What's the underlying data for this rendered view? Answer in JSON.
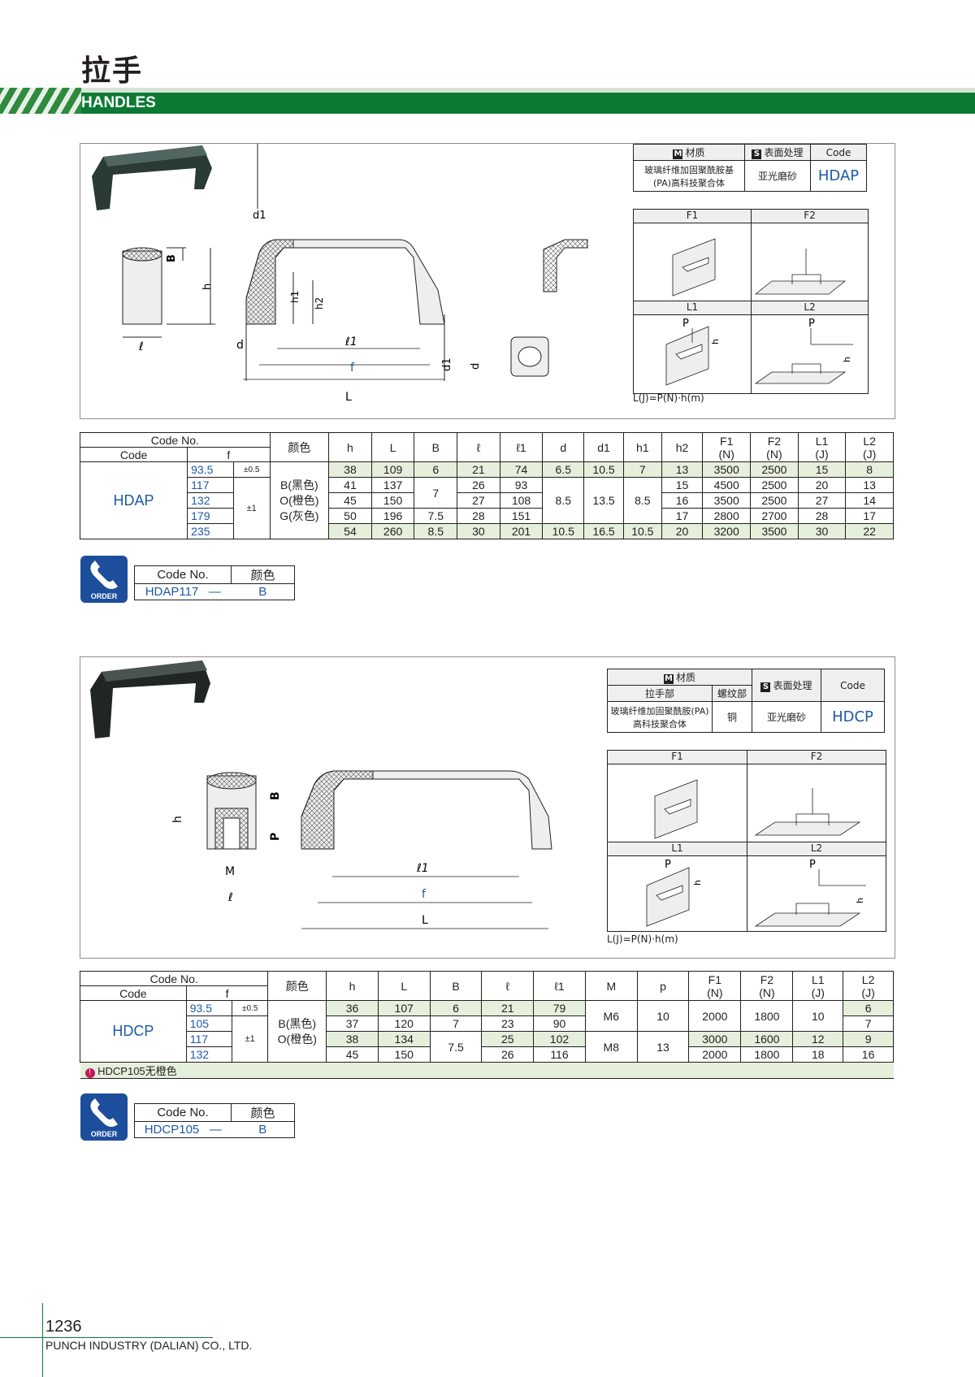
{
  "header": {
    "title_cn": "拉手",
    "title_en": "HANDLES"
  },
  "section1": {
    "spec": {
      "material_label": "材质",
      "surface_label": "表面处理",
      "code_label": "Code",
      "material": "玻璃纤维加固聚酰胺基(PA)高科技聚合体",
      "surface": "亚光磨砂",
      "code": "HDAP",
      "m_icon": "M",
      "s_icon": "S"
    },
    "loads": {
      "f1": "F1",
      "f2": "F2",
      "l1": "L1",
      "l2": "L2",
      "p": "P",
      "h": "h",
      "formula": "L(J)=P(N)·h(m)"
    },
    "dims": {
      "d1": "d1",
      "B": "B",
      "h": "h",
      "h1": "h1",
      "h2": "h2",
      "d": "d",
      "l": "ℓ",
      "l1": "ℓ1",
      "f": "f",
      "L": "L"
    },
    "table": {
      "h_codeno": "Code No.",
      "h_code": "Code",
      "h_f": "f",
      "h_color": "颜色",
      "cols": [
        "h",
        "L",
        "B",
        "ℓ",
        "ℓ1",
        "d",
        "d1",
        "h1",
        "h2",
        "F1\n(N)",
        "F2\n(N)",
        "L1\n(J)",
        "L2\n(J)"
      ],
      "code": "HDAP",
      "tol1": "±0.5",
      "tol2": "±1",
      "colors": [
        "B(黑色)",
        "O(橙色)",
        "G(灰色)"
      ],
      "rows": [
        {
          "f": "93.5",
          "h": "38",
          "L": "109",
          "B": "6",
          "l": "21",
          "l1": "74",
          "d": "6.5",
          "d1": "10.5",
          "h1": "7",
          "h2": "13",
          "F1": "3500",
          "F2": "2500",
          "L1": "15",
          "L2": "8"
        },
        {
          "f": "117",
          "h": "41",
          "L": "137",
          "B": "7",
          "l": "26",
          "l1": "93",
          "d": "8.5",
          "d1": "13.5",
          "h1": "8.5",
          "h2": "15",
          "F1": "4500",
          "F2": "2500",
          "L1": "20",
          "L2": "13"
        },
        {
          "f": "132",
          "h": "45",
          "L": "150",
          "B": "",
          "l": "27",
          "l1": "108",
          "d": "",
          "d1": "",
          "h1": "",
          "h2": "16",
          "F1": "3500",
          "F2": "2500",
          "L1": "27",
          "L2": "14"
        },
        {
          "f": "179",
          "h": "50",
          "L": "196",
          "B": "7.5",
          "l": "28",
          "l1": "151",
          "d": "",
          "d1": "",
          "h1": "",
          "h2": "17",
          "F1": "2800",
          "F2": "2700",
          "L1": "28",
          "L2": "17"
        },
        {
          "f": "235",
          "h": "54",
          "L": "260",
          "B": "8.5",
          "l": "30",
          "l1": "201",
          "d": "10.5",
          "d1": "16.5",
          "h1": "10.5",
          "h2": "20",
          "F1": "3200",
          "F2": "3500",
          "L1": "30",
          "L2": "22"
        }
      ]
    },
    "order": {
      "icon_label": "ORDER",
      "h_codeno": "Code No.",
      "h_color": "颜色",
      "code": "HDAP117",
      "sep": "—",
      "color": "B"
    }
  },
  "section2": {
    "spec": {
      "material_label": "材质",
      "handle_label": "拉手部",
      "thread_label": "螺纹部",
      "surface_label": "表面处理",
      "code_label": "Code",
      "material": "玻璃纤维加固聚酰胺(PA)高科技聚合体",
      "thread": "铜",
      "surface": "亚光磨砂",
      "code": "HDCP",
      "m_icon": "M",
      "s_icon": "S"
    },
    "loads": {
      "f1": "F1",
      "f2": "F2",
      "l1": "L1",
      "l2": "L2",
      "p": "P",
      "h": "h",
      "formula": "L(J)=P(N)·h(m)"
    },
    "dims": {
      "h": "h",
      "B": "B",
      "P": "P",
      "M": "M",
      "l": "ℓ",
      "l1": "ℓ1",
      "f": "f",
      "L": "L"
    },
    "table": {
      "h_codeno": "Code No.",
      "h_code": "Code",
      "h_f": "f",
      "h_color": "颜色",
      "cols": [
        "h",
        "L",
        "B",
        "ℓ",
        "ℓ1",
        "M",
        "p",
        "F1\n(N)",
        "F2\n(N)",
        "L1\n(J)",
        "L2\n(J)"
      ],
      "code": "HDCP",
      "tol1": "±0.5",
      "tol2": "±1",
      "colors": [
        "B(黑色)",
        "O(橙色)"
      ],
      "rows": [
        {
          "f": "93.5",
          "h": "36",
          "L": "107",
          "B": "6",
          "l": "21",
          "l1": "79",
          "M": "M6",
          "p": "10",
          "F1": "2000",
          "F2": "1800",
          "L1": "10",
          "L2": "6"
        },
        {
          "f": "105",
          "h": "37",
          "L": "120",
          "B": "7",
          "l": "23",
          "l1": "90",
          "M": "",
          "p": "",
          "F1": "",
          "F2": "",
          "L1": "",
          "L2": "7"
        },
        {
          "f": "117",
          "h": "38",
          "L": "134",
          "B": "7.5",
          "l": "25",
          "l1": "102",
          "M": "M8",
          "p": "13",
          "F1": "3000",
          "F2": "1600",
          "L1": "12",
          "L2": "9"
        },
        {
          "f": "132",
          "h": "45",
          "L": "150",
          "B": "",
          "l": "26",
          "l1": "116",
          "M": "",
          "p": "",
          "F1": "2000",
          "F2": "1800",
          "L1": "18",
          "L2": "16"
        }
      ],
      "note": "HDCP105无橙色"
    },
    "order": {
      "icon_label": "ORDER",
      "h_codeno": "Code No.",
      "h_color": "颜色",
      "code": "HDCP105",
      "sep": "—",
      "color": "B"
    }
  },
  "footer": {
    "page": "1236",
    "company": "PUNCH INDUSTRY (DALIAN) CO., LTD."
  }
}
